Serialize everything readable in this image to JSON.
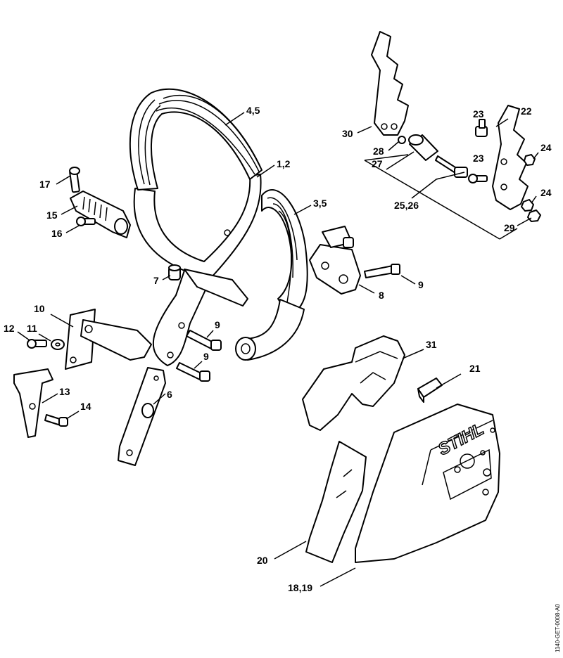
{
  "diagram": {
    "brand_logo": "STIHL",
    "document_id": "1140-GET-0008-A0",
    "callouts": [
      {
        "id": "c-4-5",
        "label": "4,5"
      },
      {
        "id": "c-1-2",
        "label": "1,2"
      },
      {
        "id": "c-3-5",
        "label": "3,5"
      },
      {
        "id": "c-17",
        "label": "17"
      },
      {
        "id": "c-15",
        "label": "15"
      },
      {
        "id": "c-16",
        "label": "16"
      },
      {
        "id": "c-7",
        "label": "7"
      },
      {
        "id": "c-8",
        "label": "8"
      },
      {
        "id": "c-9a",
        "label": "9"
      },
      {
        "id": "c-9b",
        "label": "9"
      },
      {
        "id": "c-9c",
        "label": "9"
      },
      {
        "id": "c-10",
        "label": "10"
      },
      {
        "id": "c-11",
        "label": "11"
      },
      {
        "id": "c-12",
        "label": "12"
      },
      {
        "id": "c-13",
        "label": "13"
      },
      {
        "id": "c-14",
        "label": "14"
      },
      {
        "id": "c-6",
        "label": "6"
      },
      {
        "id": "c-30",
        "label": "30"
      },
      {
        "id": "c-28",
        "label": "28"
      },
      {
        "id": "c-27",
        "label": "27"
      },
      {
        "id": "c-25-26",
        "label": "25,26"
      },
      {
        "id": "c-23a",
        "label": "23"
      },
      {
        "id": "c-23b",
        "label": "23"
      },
      {
        "id": "c-22",
        "label": "22"
      },
      {
        "id": "c-24a",
        "label": "24"
      },
      {
        "id": "c-24b",
        "label": "24"
      },
      {
        "id": "c-29",
        "label": "29"
      },
      {
        "id": "c-31",
        "label": "31"
      },
      {
        "id": "c-21",
        "label": "21"
      },
      {
        "id": "c-20",
        "label": "20"
      },
      {
        "id": "c-18-19",
        "label": "18,19"
      }
    ]
  }
}
